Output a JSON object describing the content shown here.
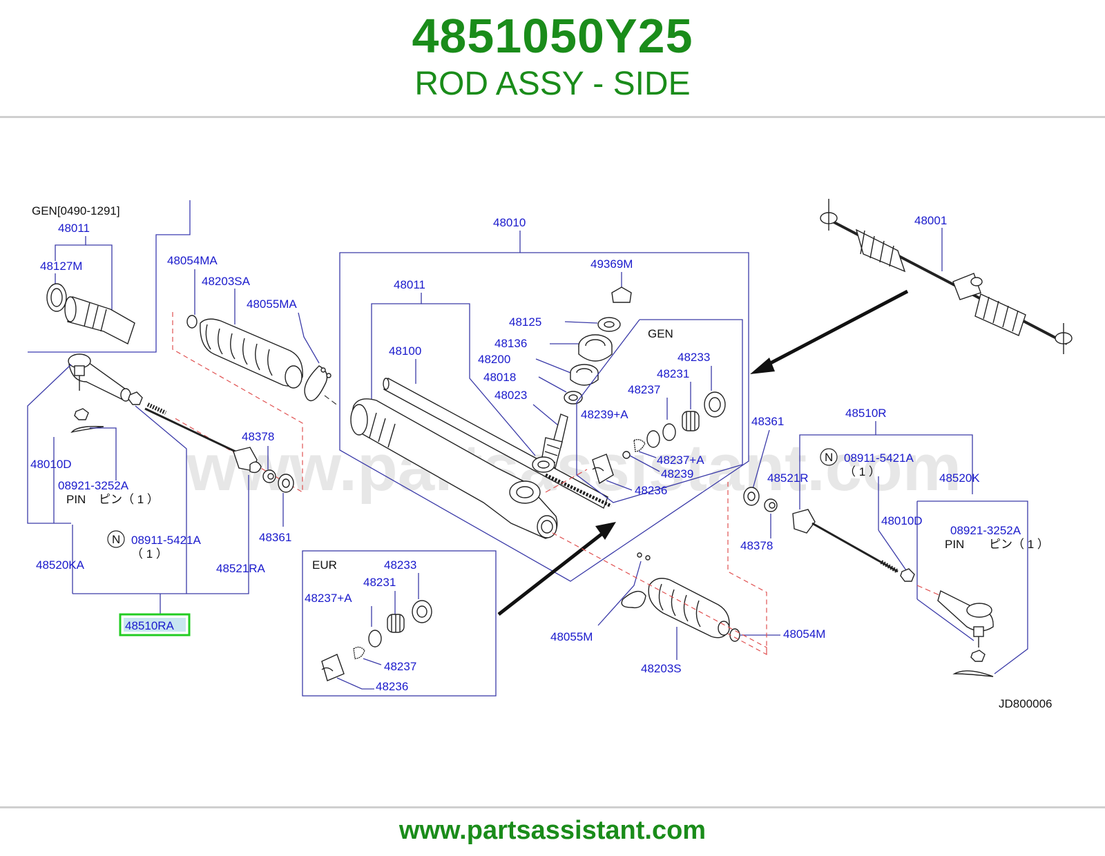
{
  "header": {
    "part_number": "4851050Y25",
    "description": "ROD ASSY - SIDE"
  },
  "footer": {
    "website": "www.partsassistant.com"
  },
  "diagram": {
    "watermark": "www.partsassistant.com",
    "diagram_code": "JD800006",
    "highlighted_part": "48510RA",
    "group_labels": {
      "gen_range": "GEN[0490-1291]",
      "gen": "GEN",
      "eur": "EUR"
    },
    "notes": {
      "pin_left": "PIN",
      "pin_left_jp": "ピン（ 1 ）",
      "pin_right": "PIN",
      "pin_right_jp": "ピン（ 1 ）",
      "qty_left": "（ 1 ）",
      "qty_right": "（ 1 ）",
      "n_mark": "N"
    },
    "callouts": {
      "c48011_top": "48011",
      "c48127M": "48127M",
      "c48054MA": "48054MA",
      "c48203SA": "48203SA",
      "c48055MA": "48055MA",
      "c48010D_left": "48010D",
      "c08921_left": "08921-3252A",
      "c08911_left": "08911-5421A",
      "c48520KA": "48520KA",
      "c48521RA": "48521RA",
      "c48378_left": "48378",
      "c48361_left": "48361",
      "c48510RA": "48510RA",
      "c48010": "48010",
      "c48011_mid": "48011",
      "c48100": "48100",
      "c49369M": "49369M",
      "c48125": "48125",
      "c48136": "48136",
      "c48200": "48200",
      "c48018": "48018",
      "c48023": "48023",
      "c48239A": "48239+A",
      "c48233_gen": "48233",
      "c48231_gen": "48231",
      "c48237_gen": "48237",
      "c48237A_gen": "48237+A",
      "c48239": "48239",
      "c48236_gen": "48236",
      "c48233_eur": "48233",
      "c48231_eur": "48231",
      "c48237A_eur": "48237+A",
      "c48237_eur": "48237",
      "c48236_eur": "48236",
      "c48055M": "48055M",
      "c48203S": "48203S",
      "c48054M": "48054M",
      "c48001": "48001",
      "c48361_right": "48361",
      "c48510R": "48510R",
      "c08911_right": "08911-5421A",
      "c48521R": "48521R",
      "c48520K": "48520K",
      "c48378_right": "48378",
      "c48010D_right": "48010D",
      "c08921_right": "08921-3252A"
    }
  }
}
